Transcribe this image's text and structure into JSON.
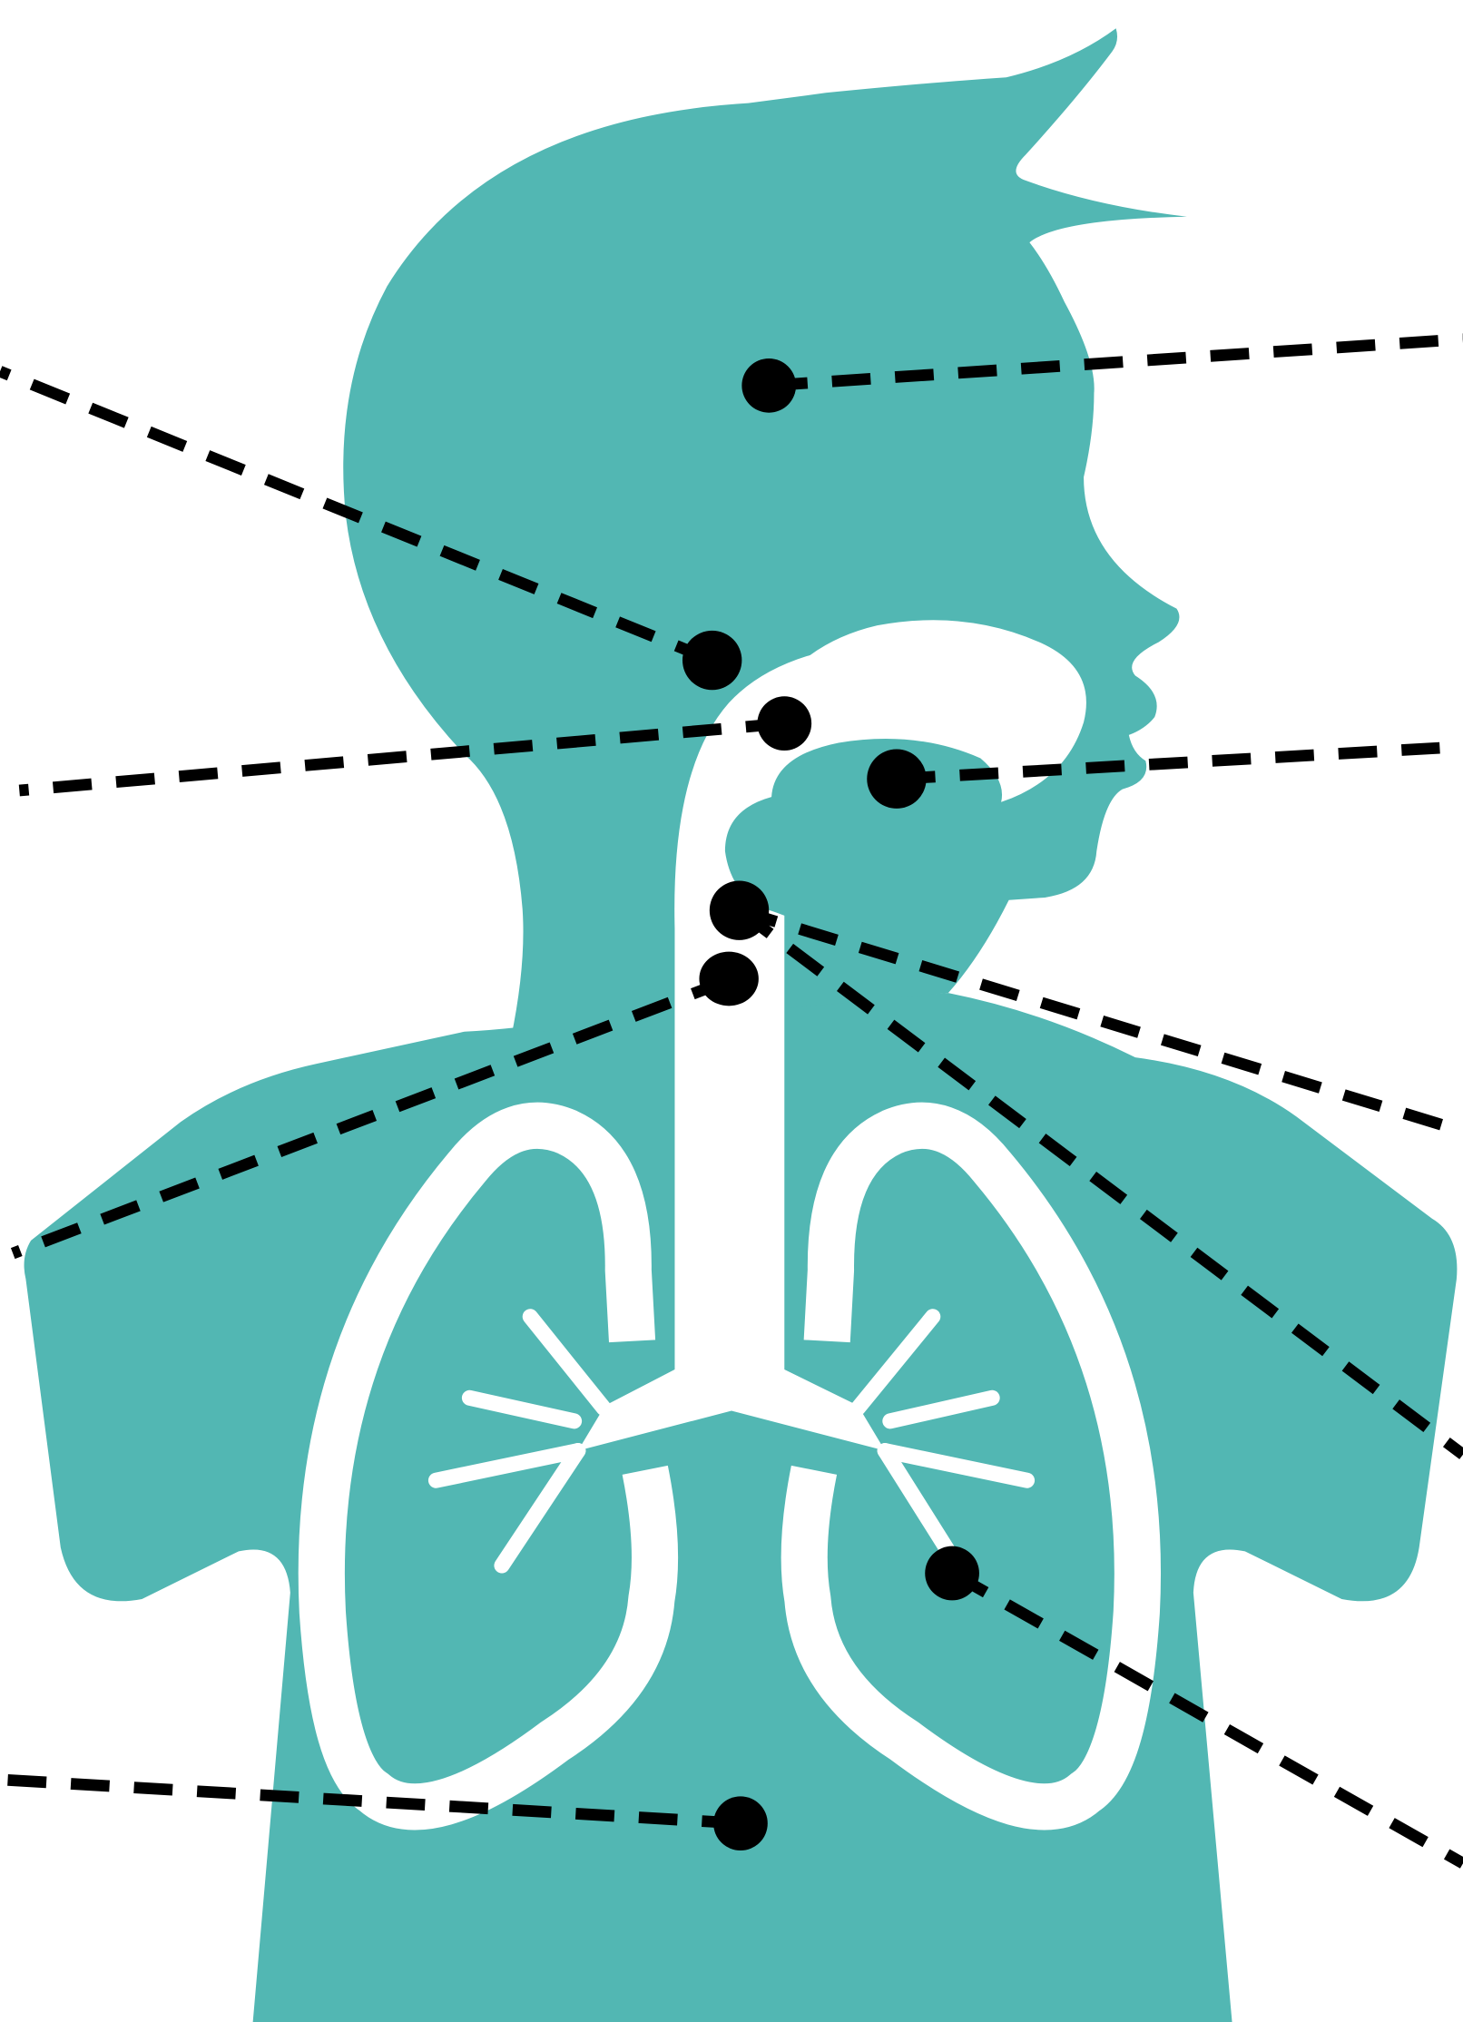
{
  "diagram": {
    "kind": "respiratory-system-labeling-worksheet",
    "label_texts_printed": false,
    "colors": {
      "body": "#52b7b3",
      "airway": "#ffffff",
      "marker": "#000000",
      "background": "#ffffff"
    },
    "callouts": [
      {
        "id": "nasal-cavity"
      },
      {
        "id": "nasopharynx"
      },
      {
        "id": "pharynx"
      },
      {
        "id": "oral-cavity"
      },
      {
        "id": "epiglottis"
      },
      {
        "id": "larynx"
      },
      {
        "id": "trachea"
      },
      {
        "id": "esophagus"
      },
      {
        "id": "bronchiole"
      },
      {
        "id": "diaphragm"
      }
    ]
  }
}
